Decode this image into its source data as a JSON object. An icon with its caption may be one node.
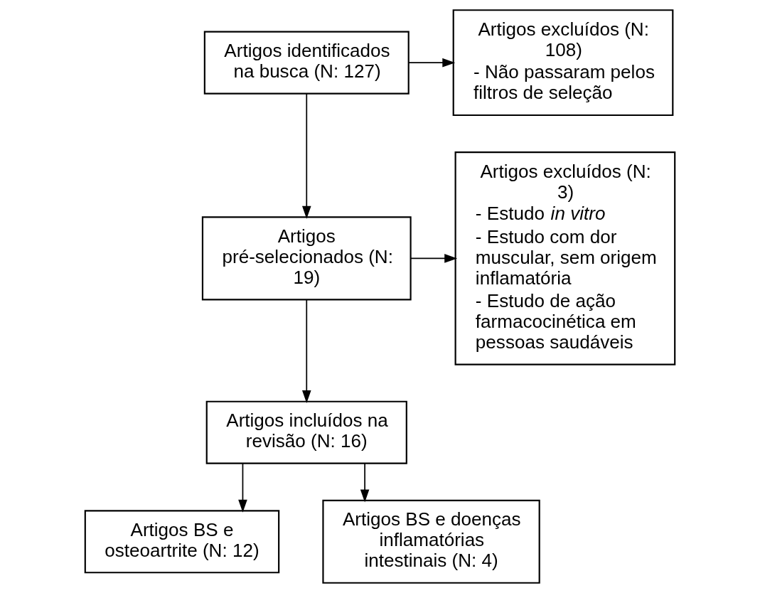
{
  "diagram": {
    "nodes": [
      {
        "text": [
          "Artigos identificados na busca (N: 127)"
        ]
      },
      {
        "text": [
          "Artigos excluídos (N: 108)",
          "- Não passaram pelos filtros de seleção"
        ]
      },
      {
        "text": [
          "Artigos pré-selecionados (N: 19)"
        ]
      },
      {
        "text": [
          "Artigos excluídos (N: 3)",
          "- Estudo *in vitro*",
          "- Estudo com dor muscular, sem origem inflamatória",
          "- Estudo de ação farmacocinética em pessoas saudáveis"
        ]
      },
      {
        "text": [
          "Artigos incluídos na revisão (N: 16)"
        ]
      },
      {
        "text": [
          "Artigos BS e osteoartrite (N: 12)"
        ]
      },
      {
        "text": [
          "Artigos BS e doenças inflamatórias intestinais (N: 4)"
        ]
      }
    ],
    "edges": [
      {
        "from": 0,
        "to": 2,
        "arrow": "to"
      },
      {
        "from": 0,
        "to": 1,
        "arrow": "to"
      },
      {
        "from": 2,
        "to": 4,
        "arrow": "to"
      },
      {
        "from": 2,
        "to": 3,
        "arrow": "to"
      },
      {
        "from": 4,
        "to": 5,
        "arrow": "to"
      },
      {
        "from": 4,
        "to": 6,
        "arrow": "to"
      }
    ]
  }
}
